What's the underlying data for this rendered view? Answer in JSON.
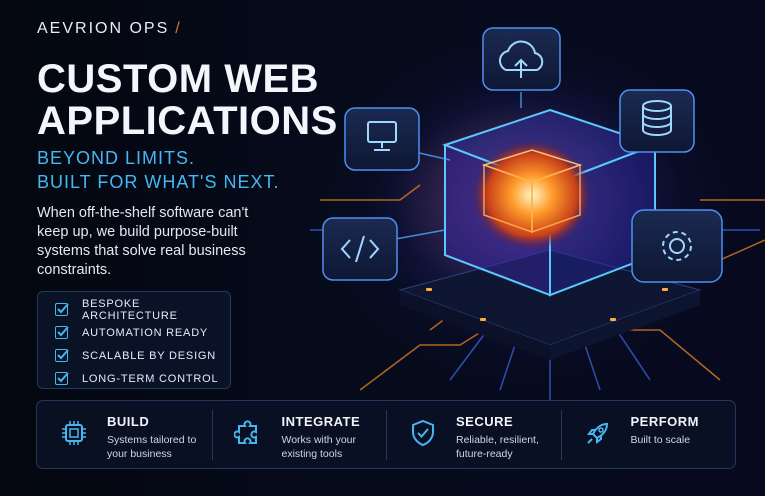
{
  "brand": {
    "name": "AEVRION OPS",
    "separator": "/"
  },
  "hero": {
    "title_line1": "CUSTOM WEB",
    "title_line2": "APPLICATIONS",
    "tagline_line1": "BEYOND LIMITS.",
    "tagline_line2": "BUILT FOR WHAT'S NEXT.",
    "description": "When off-the-shelf software can't keep up, we build purpose-built systems that solve real business constraints."
  },
  "checklist": [
    {
      "label": "BESPOKE ARCHITECTURE"
    },
    {
      "label": "AUTOMATION READY"
    },
    {
      "label": "SCALABLE BY DESIGN"
    },
    {
      "label": "LONG-TERM CONTROL"
    }
  ],
  "scene_icons": [
    "cloud-upload-icon",
    "database-icon",
    "monitor-icon",
    "code-icon",
    "gear-icon",
    "processor-cube"
  ],
  "features": [
    {
      "title": "BUILD",
      "text": "Systems tailored to your business",
      "icon": "chip-icon"
    },
    {
      "title": "INTEGRATE",
      "text": "Works with your existing tools",
      "icon": "puzzle-icon"
    },
    {
      "title": "SECURE",
      "text": "Reliable, resilient, future-ready",
      "icon": "shield-check-icon"
    },
    {
      "title": "PERFORM",
      "text": "Built to scale",
      "icon": "rocket-icon"
    }
  ],
  "colors": {
    "accent_blue": "#43b8f2",
    "accent_orange": "#e2762d",
    "background": "#050914"
  }
}
